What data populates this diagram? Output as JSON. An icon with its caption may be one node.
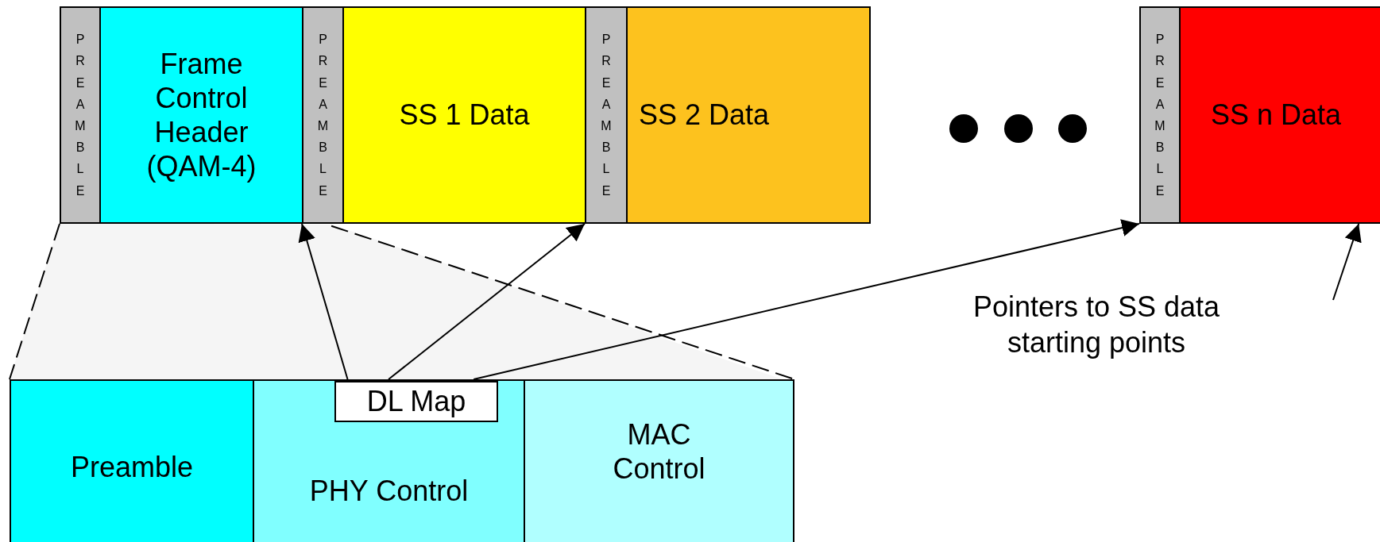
{
  "diagram": {
    "nodes": [
      {
        "text": [
          "PREAMBLE"
        ]
      },
      {
        "text": [
          "Frame Control Header (QAM-4)"
        ]
      },
      {
        "text": [
          "PREAMBLE"
        ]
      },
      {
        "text": [
          "SS 1 Data"
        ]
      },
      {
        "text": [
          "PREAMBLE"
        ]
      },
      {
        "text": [
          "SS 2 Data"
        ]
      },
      {
        "text": [
          "PREAMBLE"
        ]
      },
      {
        "text": [
          "SS n Data"
        ]
      },
      {
        "text": [
          "Preamble"
        ]
      },
      {
        "text": [
          "PHY Control"
        ]
      },
      {
        "text": [
          "DL Map"
        ],
        "in": 9
      },
      {
        "text": [
          "MAC Control"
        ]
      }
    ],
    "edges": [
      {
        "from": 10,
        "to": 2,
        "arrow": "to"
      },
      {
        "from": 10,
        "to": 4,
        "arrow": "to"
      },
      {
        "from": 10,
        "to": 6,
        "arrow": "to"
      },
      {
        "from": null,
        "to": 7,
        "arrow": "to"
      },
      {
        "from": 0,
        "to": 8,
        "arrow": "none",
        "style": "dashed"
      },
      {
        "from": 2,
        "to": 11,
        "arrow": "none",
        "style": "dashed"
      }
    ],
    "labels": [
      "Pointers to SS data starting points"
    ]
  }
}
